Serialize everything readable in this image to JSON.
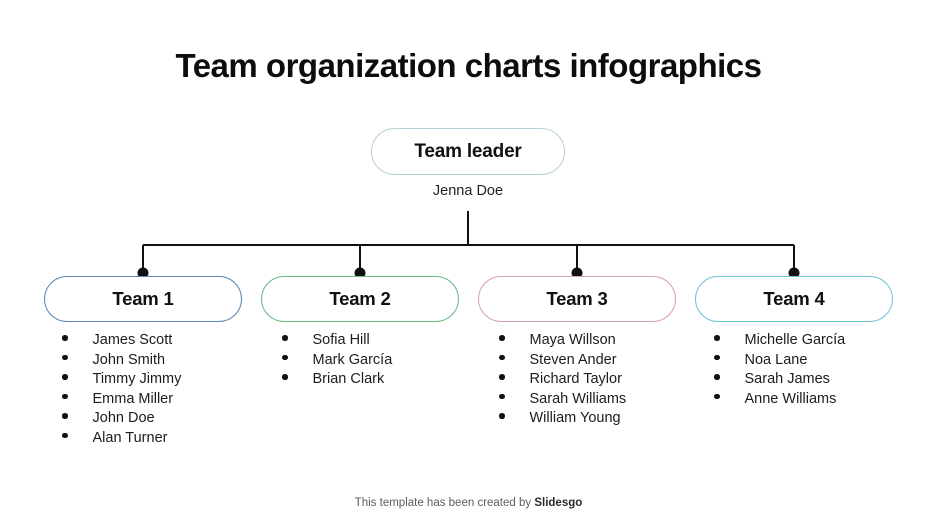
{
  "title": "Team organization charts infographics",
  "leader": {
    "role": "Team leader",
    "name": "Jenna Doe",
    "border_color": "#b9cdd6"
  },
  "teams": [
    {
      "label": "Team 1",
      "border_color": "#5b87b5",
      "members": [
        "James Scott",
        "John Smith",
        "Timmy Jimmy",
        "Emma Miller",
        "John Doe",
        "Alan Turner"
      ]
    },
    {
      "label": "Team 2",
      "border_color": "#6cba85",
      "members": [
        "Sofia Hill",
        "Mark García",
        "Brian Clark"
      ]
    },
    {
      "label": "Team 3",
      "border_color": "#d9a3b0",
      "members": [
        "Maya Willson",
        "Steven Ander",
        "Richard Taylor",
        "Sarah Williams",
        "William Young"
      ]
    },
    {
      "label": "Team 4",
      "border_color": "#6ec5d6",
      "members": [
        "Michelle García",
        "Noa Lane",
        "Sarah James",
        "Anne Williams"
      ]
    }
  ],
  "connector": {
    "line_color": "#111111",
    "node_color": "#111111"
  },
  "footer": {
    "text": "This template has been created by ",
    "brand": "Slidesgo"
  }
}
